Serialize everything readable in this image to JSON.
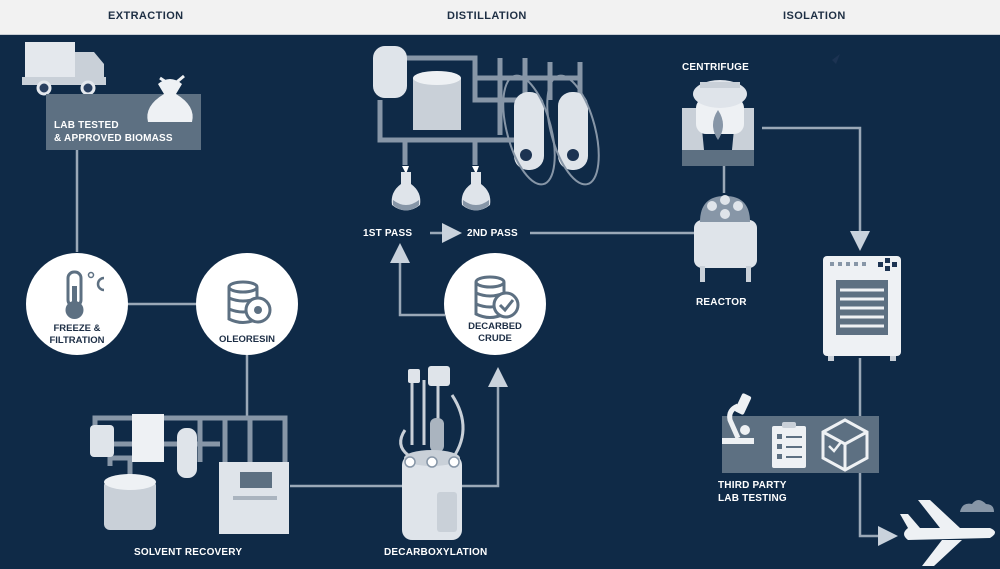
{
  "header": {
    "sections": [
      "EXTRACTION",
      "DISTILLATION",
      "ISOLATION"
    ]
  },
  "labels": {
    "biomass": "LAB TESTED\n& APPROVED BIOMASS",
    "freeze": "FREEZE &\nFILTRATION",
    "oleoresin": "OLEORESIN",
    "solvent_recovery": "SOLVENT RECOVERY",
    "decarboxylation": "DECARBOXYLATION",
    "decarbed": "DECARBED\nCRUDE",
    "first_pass": "1ST PASS",
    "second_pass": "2ND PASS",
    "centrifuge": "CENTRIFUGE",
    "reactor": "REACTOR",
    "third_party": "THIRD PARTY\nLAB TESTING"
  },
  "icons": {
    "freeze": "thermometer-celsius-icon",
    "oleoresin": "database-coin-icon",
    "decarbed": "database-check-icon"
  },
  "colors": {
    "background": "#0f2a47",
    "header": "#f2f2f2",
    "line": "#9aa8b7",
    "machine": "#dfe4ea",
    "panel": "#5d7082"
  }
}
